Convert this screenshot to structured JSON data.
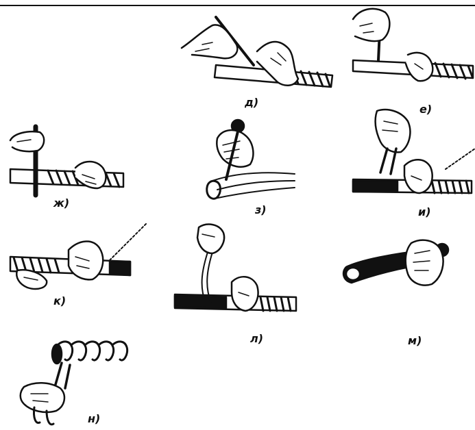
{
  "figures": [
    {
      "id": "d",
      "label": "д)"
    },
    {
      "id": "e",
      "label": "е)"
    },
    {
      "id": "zh",
      "label": "ж)"
    },
    {
      "id": "z",
      "label": "з)"
    },
    {
      "id": "i",
      "label": "и)"
    },
    {
      "id": "k",
      "label": "к)"
    },
    {
      "id": "l",
      "label": "л)"
    },
    {
      "id": "m",
      "label": "м)"
    },
    {
      "id": "n",
      "label": "н)"
    }
  ],
  "colors": {
    "ink": "#111111",
    "paper": "#ffffff"
  }
}
